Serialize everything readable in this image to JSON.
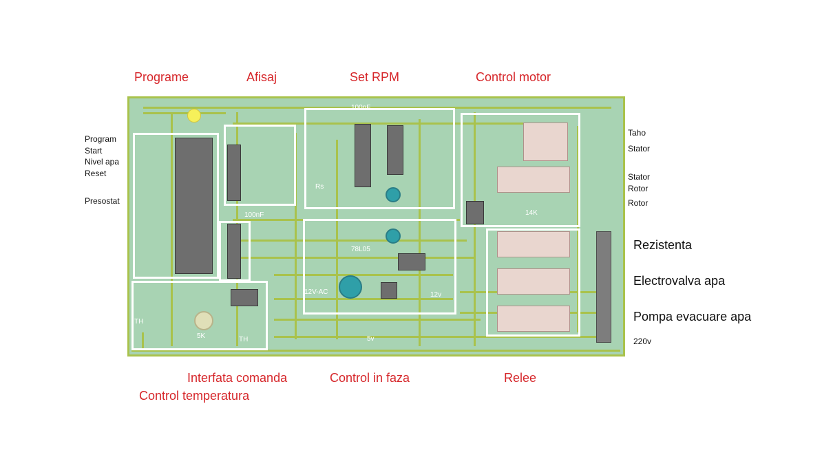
{
  "section_labels": {
    "programe": "Programe",
    "afisaj": "Afisaj",
    "set_rpm": "Set  RPM",
    "control_motor": "Control motor",
    "interfata_comanda": "Interfata comanda",
    "control_temperatura": "Control temperatura",
    "control_in_faza": "Control in faza",
    "relee": "Relee"
  },
  "left_labels": {
    "program": "Program",
    "start": "Start",
    "nivel_apa": "Nivel apa",
    "reset": "Reset",
    "presostat": "Presostat"
  },
  "right_labels": {
    "taho": "Taho",
    "stator1": "Stator",
    "stator2": "Stator",
    "rotor1": "Rotor",
    "rotor2": "Rotor",
    "rezistenta": "Rezistenta",
    "electrovalva": "Electrovalva apa",
    "pompa": "Pompa evacuare apa",
    "v220": "220v"
  },
  "board_marks": {
    "cap_100nf_top": "100nF",
    "cap_100nf_mid": "100nF",
    "rs": "Rs",
    "reg": "78L05",
    "v12ac": "12V-AC",
    "v12": "12v",
    "v5": "5v",
    "r14k": "14K",
    "th1": "TH",
    "th2": "TH",
    "r5k": "5K"
  }
}
